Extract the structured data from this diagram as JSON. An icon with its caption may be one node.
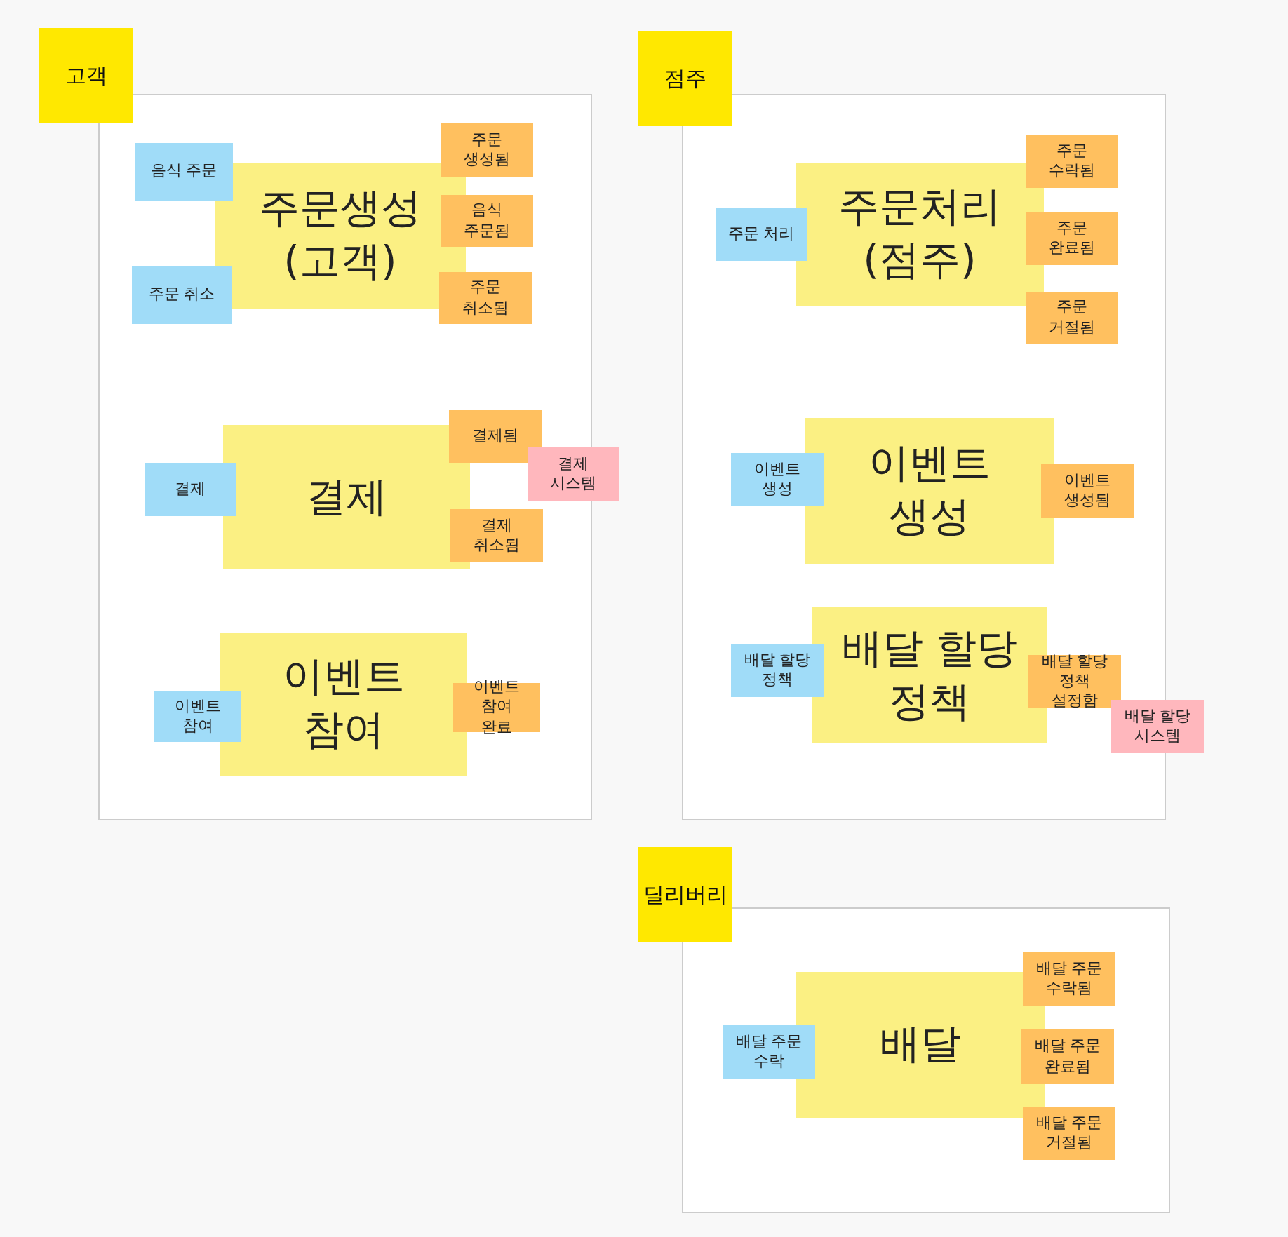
{
  "diagram": {
    "nodes": [
      {
        "text": [
          "고객"
        ]
      },
      {
        "text": [
          "음식 주문"
        ],
        "in": 0
      },
      {
        "text": [
          "주문생성 (고객)"
        ],
        "in": 0
      },
      {
        "text": [
          "주문 생성됨"
        ],
        "in": 0
      },
      {
        "text": [
          "음식 주문됨"
        ],
        "in": 0
      },
      {
        "text": [
          "주문 취소"
        ],
        "in": 0
      },
      {
        "text": [
          "주문 취소됨"
        ],
        "in": 0
      },
      {
        "text": [
          "결제됨"
        ],
        "in": 0
      },
      {
        "text": [
          "결제"
        ],
        "in": 0
      },
      {
        "text": [
          "결제"
        ],
        "in": 0
      },
      {
        "text": [
          "결제 시스템"
        ]
      },
      {
        "text": [
          "결제 취소됨"
        ],
        "in": 0
      },
      {
        "text": [
          "이벤트 참여"
        ],
        "in": 0
      },
      {
        "text": [
          "이벤트 참여"
        ],
        "in": 0
      },
      {
        "text": [
          "이벤트 참여 완료"
        ],
        "in": 0
      },
      {
        "text": [
          "점주"
        ]
      },
      {
        "text": [
          "주문 수락됨"
        ],
        "in": 15
      },
      {
        "text": [
          "주문처리 (점주)"
        ],
        "in": 15
      },
      {
        "text": [
          "주문 처리"
        ],
        "in": 15
      },
      {
        "text": [
          "주문 완료됨"
        ],
        "in": 15
      },
      {
        "text": [
          "주문 거절됨"
        ],
        "in": 15
      },
      {
        "text": [
          "이벤트 생성"
        ],
        "in": 15
      },
      {
        "text": [
          "이벤트 생성"
        ],
        "in": 15
      },
      {
        "text": [
          "이벤트 생성됨"
        ],
        "in": 15
      },
      {
        "text": [
          "배달 할당 정책"
        ],
        "in": 15
      },
      {
        "text": [
          "배달 할당 정책"
        ],
        "in": 15
      },
      {
        "text": [
          "배달 할당 정책 설정함"
        ],
        "in": 15
      },
      {
        "text": [
          "배달 할당 시스템"
        ]
      },
      {
        "text": [
          "딜리버리"
        ]
      },
      {
        "text": [
          "배달 주문 수락됨"
        ],
        "in": 28
      },
      {
        "text": [
          "배달"
        ],
        "in": 28
      },
      {
        "text": [
          "배달 주문 수락"
        ],
        "in": 28
      },
      {
        "text": [
          "배달 주문 완료됨"
        ],
        "in": 28
      },
      {
        "text": [
          "배달 주문 거절됨"
        ],
        "in": 28
      }
    ]
  }
}
